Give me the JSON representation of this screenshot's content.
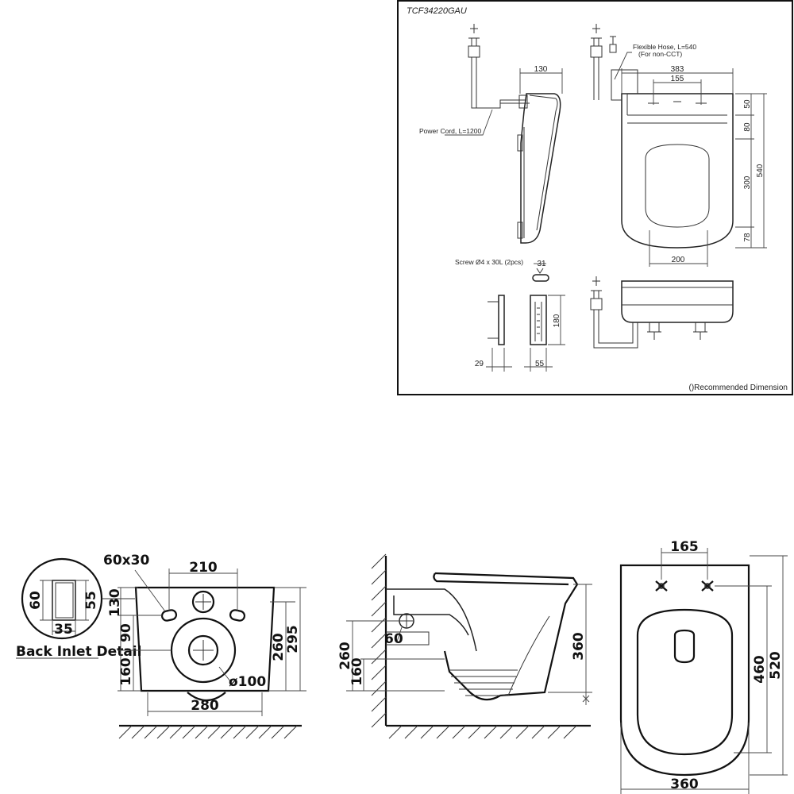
{
  "spec_sheet": {
    "model": "TCF34220GAU",
    "note": "()Recommended Dimension",
    "labels": {
      "power_cord": "Power Cord, L=1200",
      "flexible_hose": "Flexible Hose, L=540",
      "for_non_cct": "(For non-CCT)",
      "screw": "Screw Ø4 x 30L (2pcs)"
    },
    "dims": {
      "d130": "130",
      "d383": "383",
      "d155": "155",
      "d50": "50",
      "d80": "80",
      "d540": "540",
      "d300": "300",
      "d78": "78",
      "d200": "200",
      "d31": "31",
      "d180": "180",
      "d29": "29",
      "d55": "55"
    }
  },
  "pan": {
    "back_inlet_detail": "Back Inlet Detail",
    "dims": {
      "d60x30": "60x30",
      "d210": "210",
      "d60": "60",
      "d55": "55",
      "d35": "35",
      "d130": "130",
      "d90": "90",
      "d160": "160",
      "d260": "260",
      "d295": "295",
      "d100": "ø100",
      "d280": "280",
      "s260": "260",
      "s160": "160",
      "s60": "60",
      "s360": "360",
      "t165": "165",
      "t460": "460",
      "t520": "520",
      "t360": "360"
    }
  }
}
